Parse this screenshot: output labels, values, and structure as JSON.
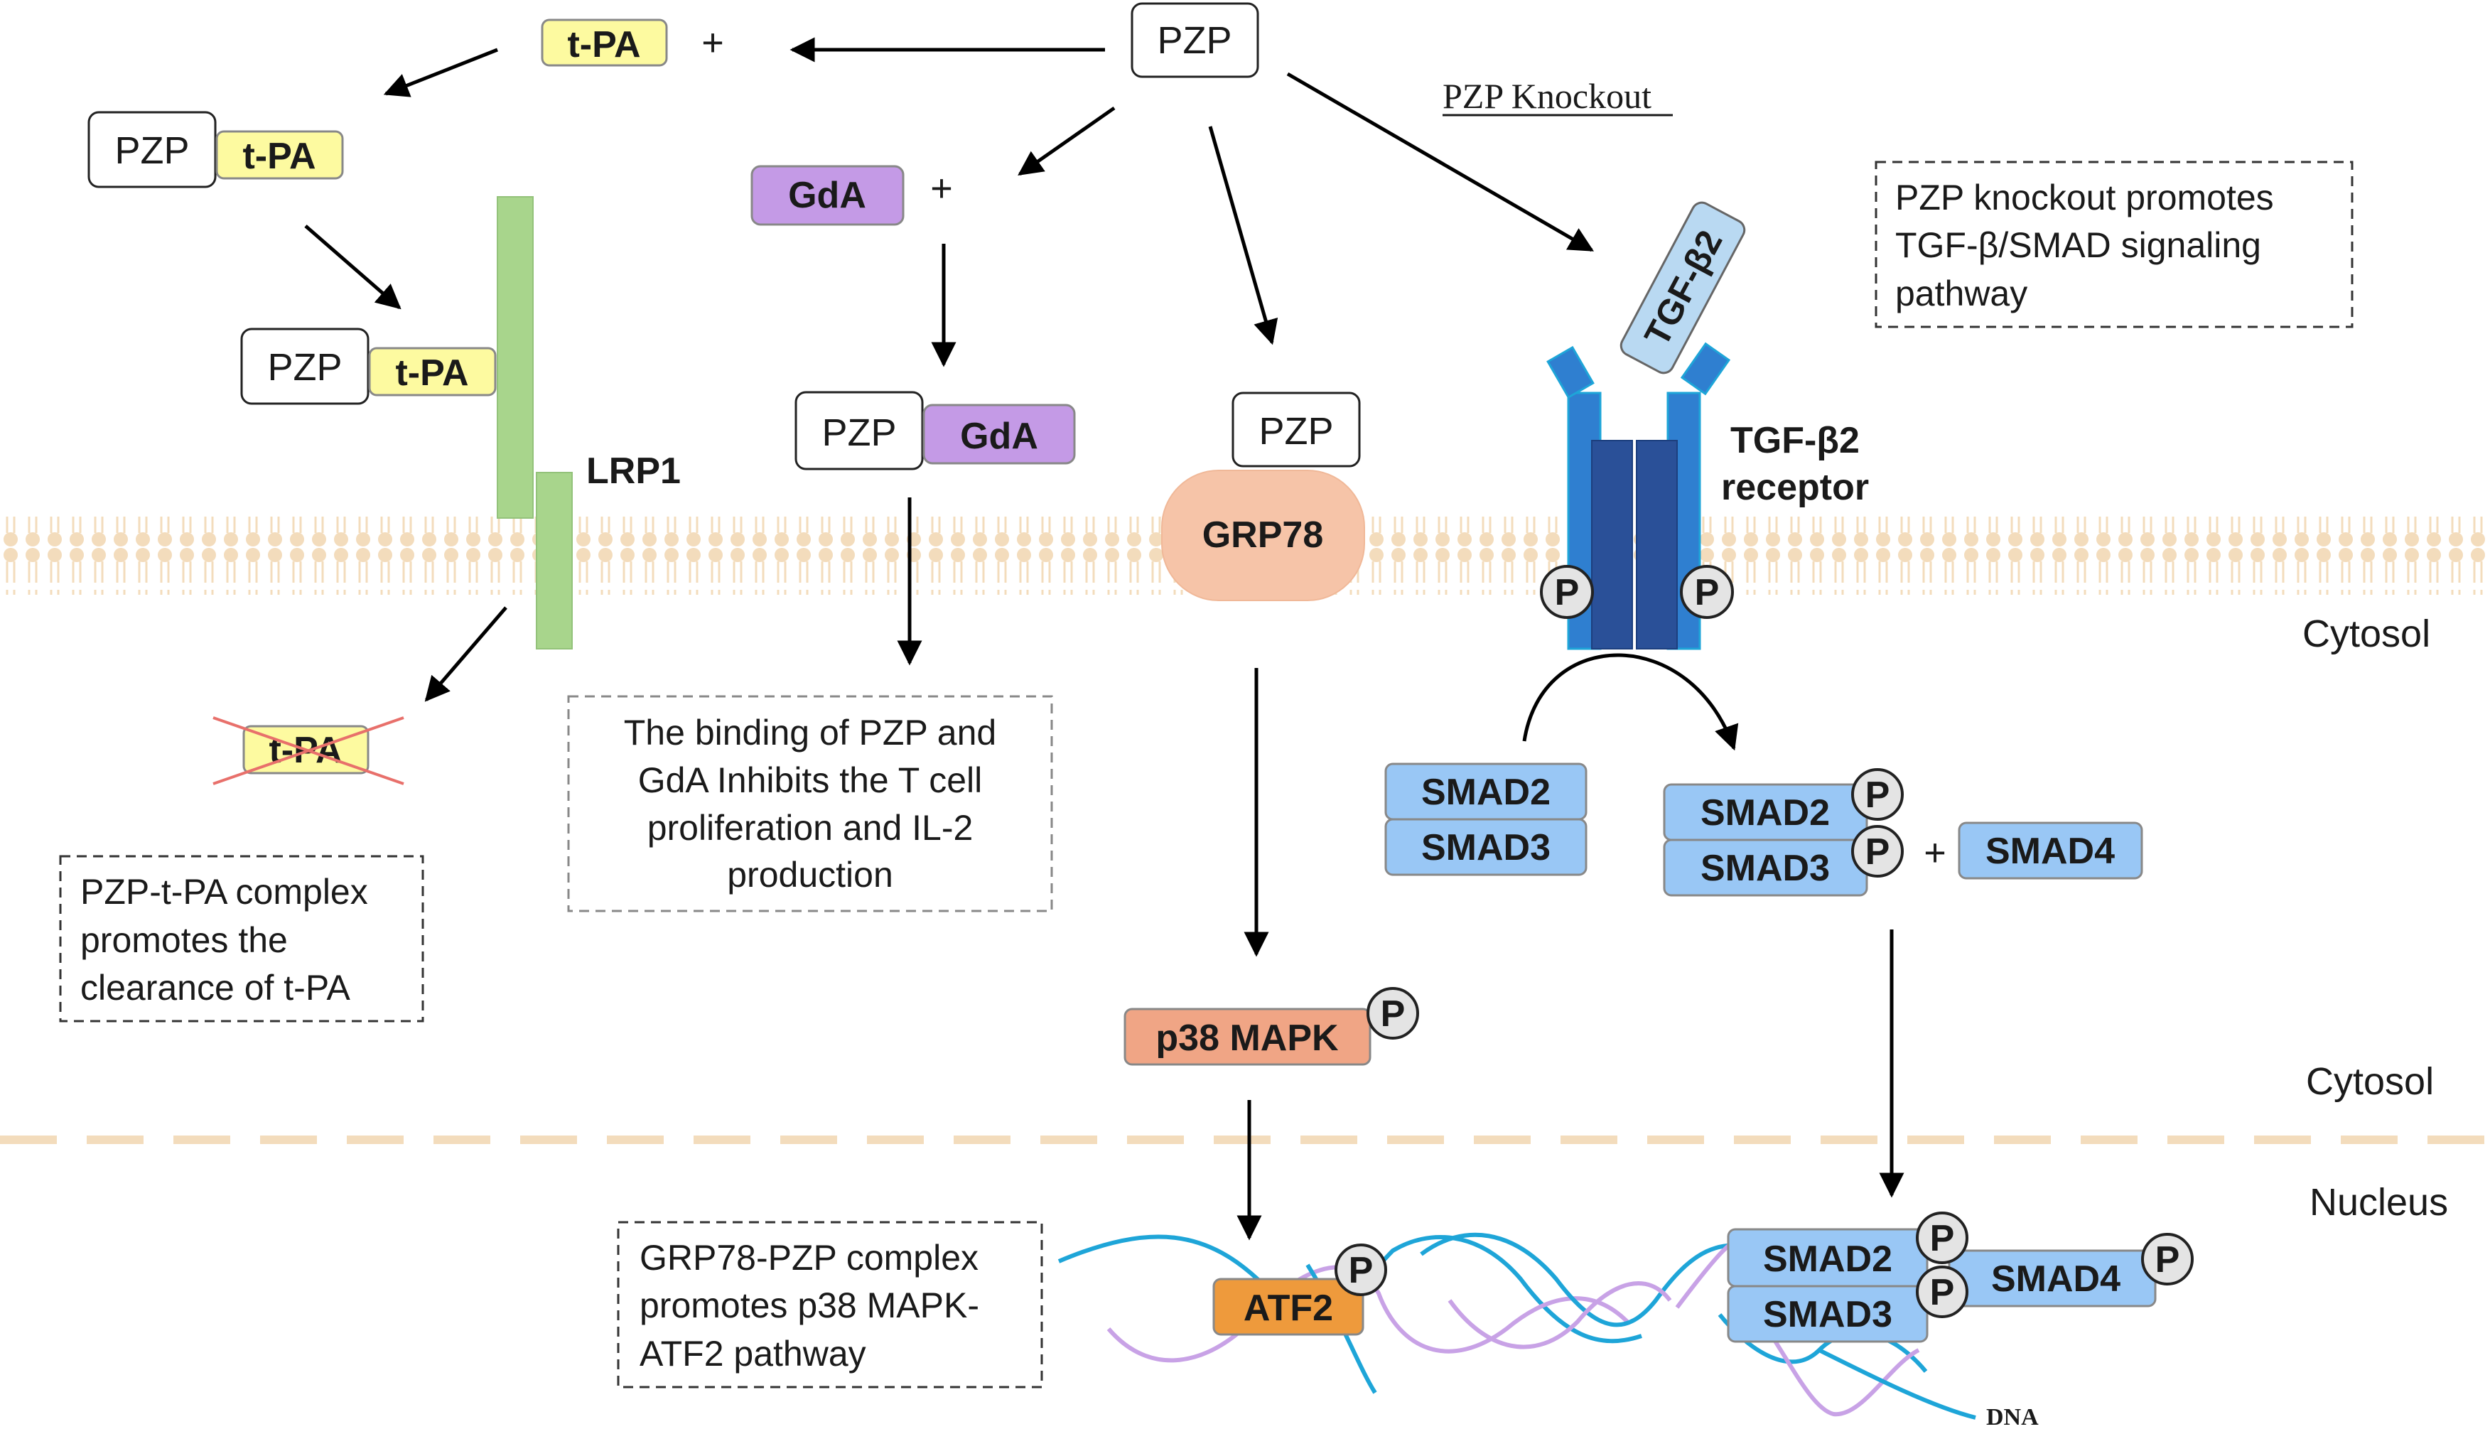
{
  "labels": {
    "pzp": "PZP",
    "tpa": "t-PA",
    "gda": "GdA",
    "plus": "+",
    "lrp1": "LRP1",
    "grp78": "GRP78",
    "tgfb2": "TGF-β2",
    "tgfb2_receptor_line1": "TGF-β2",
    "tgfb2_receptor_line2": "receptor",
    "pzp_knockout": "PZP Knockout",
    "cytosol": "Cytosol",
    "nucleus": "Nucleus",
    "smad2": "SMAD2",
    "smad3": "SMAD3",
    "smad4": "SMAD4",
    "p38": "p38 MAPK",
    "atf2": "ATF2",
    "p": "P",
    "dna": "DNA"
  },
  "notes": {
    "knockout": [
      "PZP knockout promotes",
      "TGF-β/SMAD signaling",
      "pathway"
    ],
    "gda": [
      "The binding of PZP and",
      "GdA Inhibits the T cell",
      "proliferation and IL-2",
      "production"
    ],
    "tpa": [
      "PZP-t-PA complex",
      "promotes the",
      "clearance of t-PA"
    ],
    "grp78": [
      "GRP78-PZP complex",
      "promotes p38 MAPK-",
      "ATF2 pathway"
    ]
  },
  "colors": {
    "yellow": "#fdfaa0",
    "purple": "#c49ae6",
    "green": "#a8d58c",
    "salmon": "#f6c4a8",
    "receptor": "#2f7fd0",
    "receptor_dark": "#2a5098",
    "smad": "#99c7f5",
    "p38": "#f0a585",
    "atf2": "#ee9a3c",
    "membrane": "#f3dcbc",
    "dna_blue": "#1ea5d8",
    "dna_purple": "#c8a2e6"
  }
}
